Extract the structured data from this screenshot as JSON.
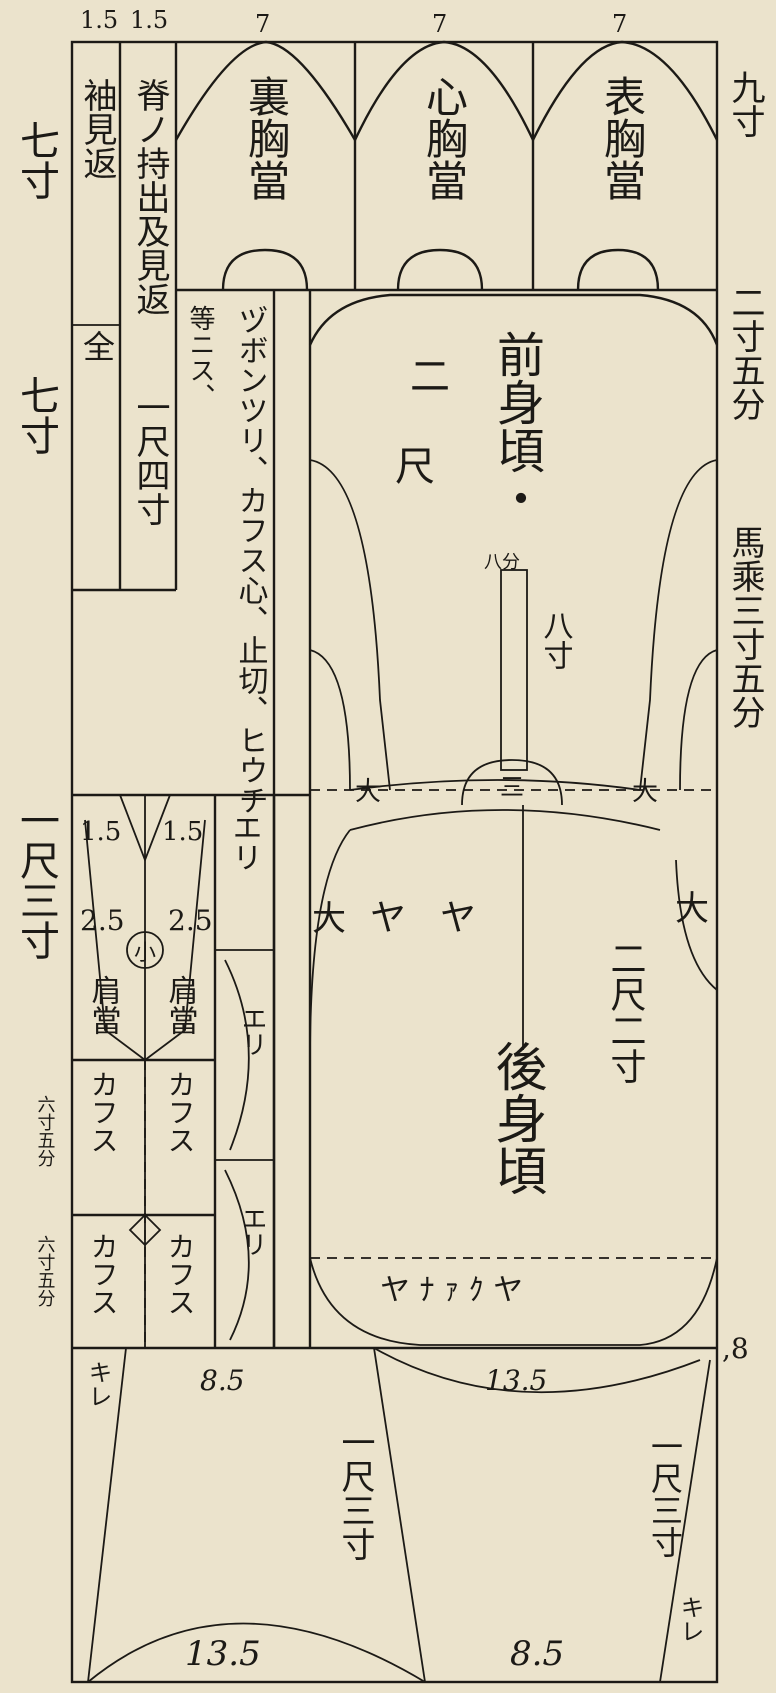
{
  "top_numbers": [
    "1.5",
    "1.5",
    "7",
    "7",
    "7"
  ],
  "top_panels": {
    "ura": "裏胸當",
    "shin": "心胸當",
    "omote": "表胸當"
  },
  "left_col": {
    "sodemi": "袖見返",
    "zen": "全",
    "sekimi": "脊ノ持出及見返",
    "isshaku": "一尺四寸"
  },
  "middle_note": {
    "line1": "等ニス、",
    "line2": "ヅボンツリ、カフス心、止切、ヒウチ"
  },
  "front_body": {
    "title": "前身頃・",
    "two": "二",
    "shaku": "尺",
    "hachibu": "八分",
    "hachisun": "八寸",
    "san": "三"
  },
  "back_body": {
    "title": "後身頃",
    "nishaku": "二尺二寸",
    "yo": "ヤ",
    "yo2": "ヤ",
    "ta": "大",
    "ta2": "大",
    "ta3": "大",
    "ta4": "大",
    "bottom_marks": "ヤ ﾅ ｧ ｸ ヤ"
  },
  "shoulder": {
    "n15a": "1.5",
    "n15b": "1.5",
    "n25a": "2.5",
    "n25b": "2.5",
    "ko": "小",
    "kata1": "肩當",
    "kata2": "肩當"
  },
  "cuffs": {
    "c1": "カフス",
    "c2": "カフス",
    "c3": "カフス",
    "c4": "カフス"
  },
  "collar": {
    "eri1": "エリ",
    "eri2": "エリ",
    "eri3": "エリ"
  },
  "bottom": {
    "n85a": "8.5",
    "n135a": "13.5",
    "n135b": "13.5",
    "n85b": "8.5",
    "kire1": "キレ",
    "kire2": "キレ",
    "shaku1": "一尺三寸",
    "shaku2": "一尺三寸"
  },
  "left_margin": {
    "nana1": "七寸",
    "nana2": "七寸",
    "isshaku": "一尺三寸",
    "roku1": "六寸五分",
    "roku2": "六寸五分"
  },
  "right_margin": {
    "kyu": "九寸",
    "nisun": "二寸五分",
    "bajo": "馬乘三寸五分",
    "eight": ",8"
  }
}
